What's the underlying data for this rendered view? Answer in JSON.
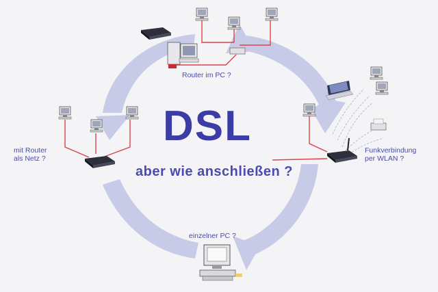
{
  "title": "DSL",
  "subtitle": "aber wie anschließen ?",
  "options": {
    "router_pc": "Router im PC ?",
    "router_net": [
      "mit Router",
      "als Netz ?"
    ],
    "wlan": [
      "Funkverbindung",
      "per WLAN ?"
    ],
    "single_pc": "einzelner PC ?"
  },
  "colors": {
    "background": "#f4f4f6",
    "cycle_arrows": "#c8cbe7",
    "cables": "#d9434a",
    "text": "#4a4aa8"
  }
}
